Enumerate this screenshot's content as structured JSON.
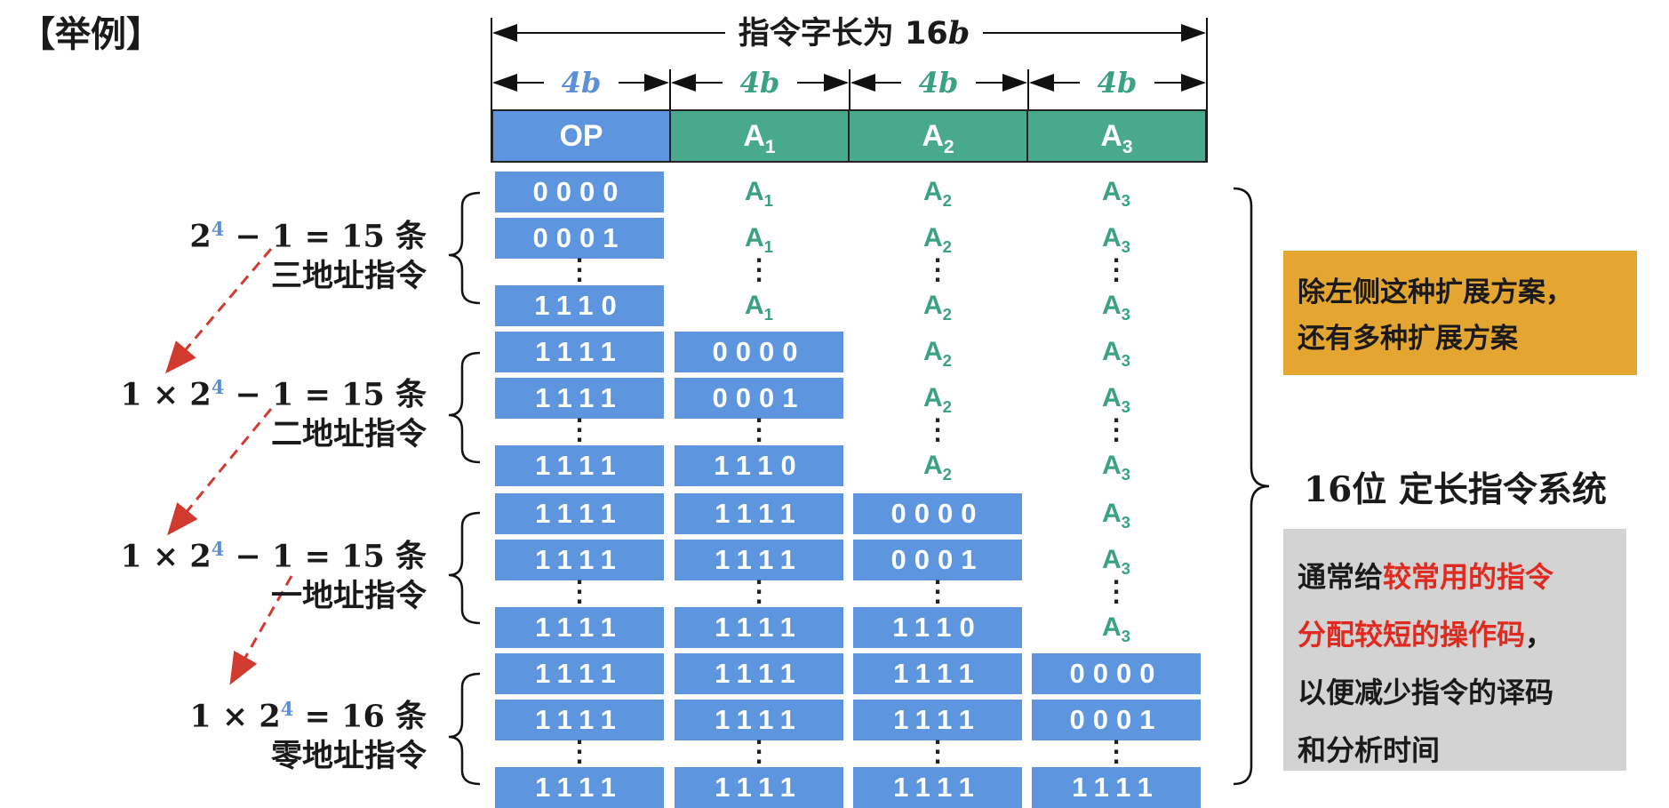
{
  "title_tag": "【举例】",
  "header": {
    "total_prefix": "指令字长为 16",
    "total_var": "b",
    "bit_labels": [
      "4b",
      "4b",
      "4b",
      "4b"
    ],
    "fields": [
      {
        "name": "OP",
        "sub": ""
      },
      {
        "name": "A",
        "sub": "1"
      },
      {
        "name": "A",
        "sub": "2"
      },
      {
        "name": "A",
        "sub": "3"
      }
    ]
  },
  "groups": [
    {
      "formula": "2",
      "formula_exp": "4",
      "formula_rest": " − 1 = 15 条",
      "name": "三地址指令",
      "rows": [
        [
          "0000",
          "A1",
          "A2",
          "A3"
        ],
        [
          "0001",
          "A1",
          "A2",
          "A3"
        ],
        [
          "1110",
          "A1",
          "A2",
          "A3"
        ]
      ]
    },
    {
      "formula": "1 × 2",
      "formula_exp": "4",
      "formula_rest": " − 1 = 15 条",
      "name": "二地址指令",
      "rows": [
        [
          "1111",
          "0000",
          "A2",
          "A3"
        ],
        [
          "1111",
          "0001",
          "A2",
          "A3"
        ],
        [
          "1111",
          "1110",
          "A2",
          "A3"
        ]
      ]
    },
    {
      "formula": "1 × 2",
      "formula_exp": "4",
      "formula_rest": " − 1 = 15 条",
      "name": "一地址指令",
      "rows": [
        [
          "1111",
          "1111",
          "0000",
          "A3"
        ],
        [
          "1111",
          "1111",
          "0001",
          "A3"
        ],
        [
          "1111",
          "1111",
          "1110",
          "A3"
        ]
      ]
    },
    {
      "formula": "1 × 2",
      "formula_exp": "4",
      "formula_rest": " = 16 条",
      "name": "零地址指令",
      "rows": [
        [
          "1111",
          "1111",
          "1111",
          "0000"
        ],
        [
          "1111",
          "1111",
          "1111",
          "0001"
        ],
        [
          "1111",
          "1111",
          "1111",
          "1111"
        ]
      ]
    }
  ],
  "note_orange": {
    "line1": "除左侧这种扩展方案，",
    "line2": "还有多种扩展方案"
  },
  "system_title": {
    "num": "16",
    "text": "位 定长指令系统"
  },
  "note_gray": {
    "l1_a": "通常给",
    "l1_b": "较常用的指令",
    "l2_a": "分配较短的操作码",
    "l2_b": "，",
    "l3": "以便减少指令的译码",
    "l4": "和分析时间"
  },
  "colors": {
    "blue": "#5d95df",
    "green": "#49a98d",
    "orange": "#e5a531",
    "gray": "#d3d3d3",
    "red": "#e02a1f"
  }
}
